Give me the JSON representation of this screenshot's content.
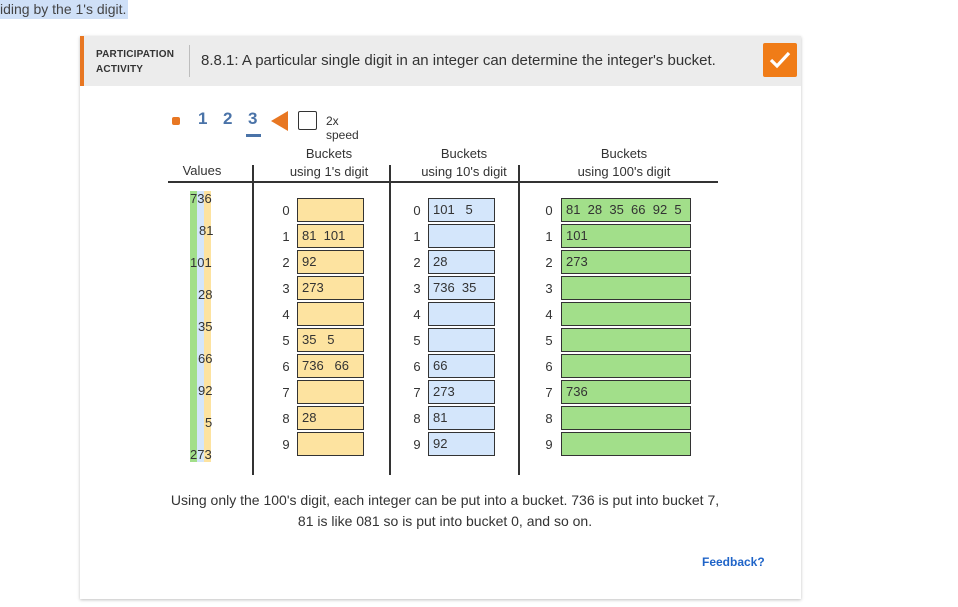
{
  "top_text": "iding by the 1's digit.",
  "header": {
    "label_line1": "PARTICIPATION",
    "label_line2": "ACTIVITY",
    "title": "8.8.1: A particular single digit in an integer can determine the integer's bucket."
  },
  "controls": {
    "steps": [
      "1",
      "2",
      "3"
    ],
    "current_step": "3",
    "speed_label": "2x speed"
  },
  "columns": {
    "values_header": "Values",
    "ones_header_1": "Buckets",
    "ones_header_2": "using 1's digit",
    "tens_header_1": "Buckets",
    "tens_header_2": "using 10's digit",
    "hundreds_header_1": "Buckets",
    "hundreds_header_2": "using 100's digit"
  },
  "values": [
    "736",
    "81",
    "101",
    "28",
    "35",
    "66",
    "92",
    "5",
    "273"
  ],
  "bucket_indices": [
    "0",
    "1",
    "2",
    "3",
    "4",
    "5",
    "6",
    "7",
    "8",
    "9"
  ],
  "ones_buckets": [
    "",
    "81  101",
    "92",
    "273",
    "",
    "35   5",
    "736   66",
    "",
    "28",
    ""
  ],
  "tens_buckets": [
    "101   5",
    "",
    "28",
    "736  35",
    "",
    "",
    "66",
    "273",
    "81",
    "92"
  ],
  "hundreds_buckets": [
    "81  28  35  66  92  5",
    "101",
    "273",
    "",
    "",
    "",
    "",
    "736",
    "",
    ""
  ],
  "colors": {
    "accent": "#e87722",
    "ones": "#fde3a0",
    "tens": "#d4e6fb",
    "hundreds": "#a2df8a",
    "link": "#1f64c8"
  },
  "caption_line1": "Using only the 100's digit, each integer can be put into a bucket. 736 is put into bucket 7,",
  "caption_line2": "81 is like 081 so is put into bucket 0, and so on.",
  "feedback": "Feedback?"
}
